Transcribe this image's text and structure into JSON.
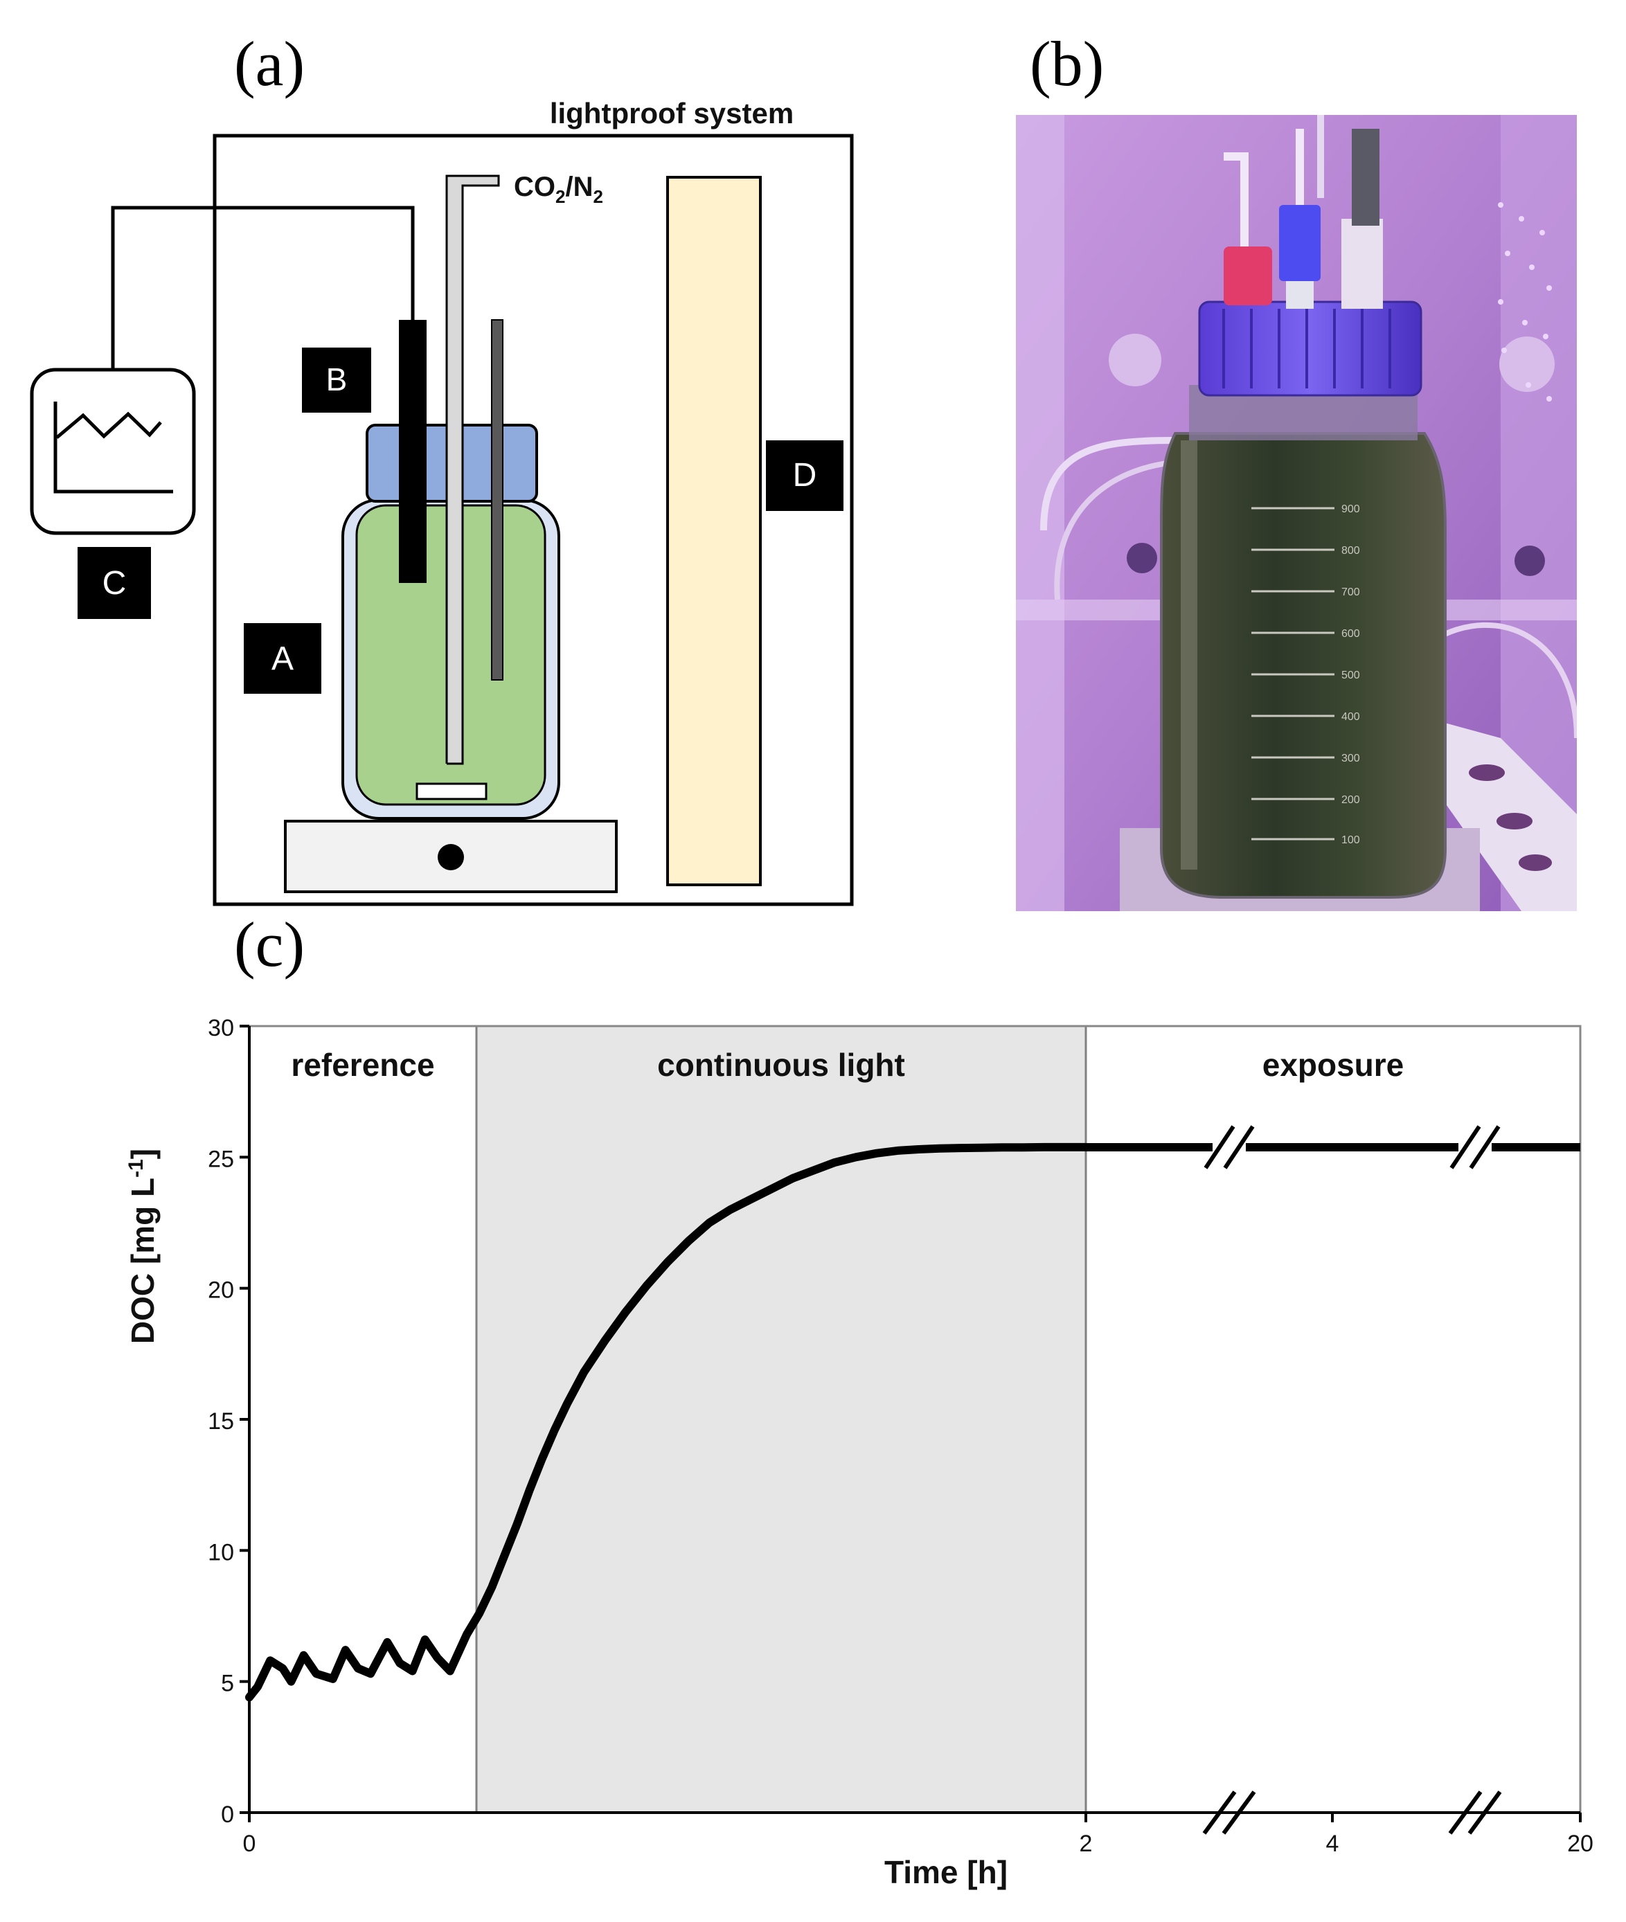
{
  "panels": {
    "a": "(a)",
    "b": "(b)",
    "c": "(c)"
  },
  "setup": {
    "enclosure_label": "lightproof system",
    "gas_label_co": "CO",
    "gas_label_sub1": "2",
    "gas_label_slash": "/N",
    "gas_label_sub2": "2",
    "label_a": "A",
    "label_b": "B",
    "label_c": "C",
    "label_d": "D",
    "colors": {
      "medium": "#a9d18e",
      "vessel": "#dae3f3",
      "cap": "#8faadc",
      "lamp": "#fff2cc",
      "stirrer": "#f2f2f2",
      "tube": "#d9d9d9"
    }
  },
  "photo": {
    "scale_marks": [
      "900",
      "800",
      "700",
      "600",
      "500",
      "400",
      "300",
      "200",
      "100"
    ],
    "colors": {
      "background": "#b98bd6",
      "liquid": "#2f3a2a",
      "cap": "#6a4fe0"
    }
  },
  "chart_data": {
    "type": "line",
    "ylabel_main": "DOC [mg L",
    "ylabel_sup": "-1",
    "ylabel_end": "]",
    "xlabel": "Time [h]",
    "ylim": [
      0,
      30
    ],
    "yticks": [
      "0",
      "5",
      "10",
      "15",
      "20",
      "25",
      "30"
    ],
    "xticks": [
      "0",
      "2",
      "4",
      "20"
    ],
    "phases": [
      {
        "name": "reference",
        "shaded": false
      },
      {
        "name": "continuous light",
        "shaded": true
      },
      {
        "name": "exposure",
        "shaded": false
      }
    ],
    "series": [
      {
        "x": [
          0,
          0.02,
          0.05,
          0.08,
          0.1,
          0.13,
          0.16,
          0.2,
          0.23,
          0.26,
          0.29,
          0.33,
          0.36,
          0.39,
          0.42,
          0.45,
          0.48,
          0.52,
          0.55,
          0.58,
          0.61,
          0.64,
          0.67,
          0.7,
          0.73,
          0.76,
          0.8,
          0.85,
          0.9,
          0.95,
          1.0,
          1.05,
          1.1,
          1.15,
          1.2,
          1.25,
          1.3,
          1.35,
          1.4,
          1.45,
          1.5,
          1.55,
          1.6,
          1.65,
          1.7,
          1.75,
          1.8,
          1.85,
          1.9,
          1.95,
          2.0
        ],
        "y": [
          4.4,
          4.8,
          5.8,
          5.5,
          5.0,
          6.0,
          5.3,
          5.1,
          6.2,
          5.5,
          5.3,
          6.5,
          5.7,
          5.4,
          6.6,
          5.9,
          5.4,
          6.8,
          7.6,
          8.6,
          9.8,
          11.0,
          12.3,
          13.5,
          14.6,
          15.6,
          16.8,
          18.0,
          19.1,
          20.1,
          21.0,
          21.8,
          22.5,
          23.0,
          23.4,
          23.8,
          24.2,
          24.5,
          24.8,
          25.0,
          25.15,
          25.25,
          25.3,
          25.33,
          25.35,
          25.36,
          25.37,
          25.37,
          25.38,
          25.38,
          25.38
        ]
      }
    ],
    "exposure_plateau": 25.38,
    "grid": false
  }
}
